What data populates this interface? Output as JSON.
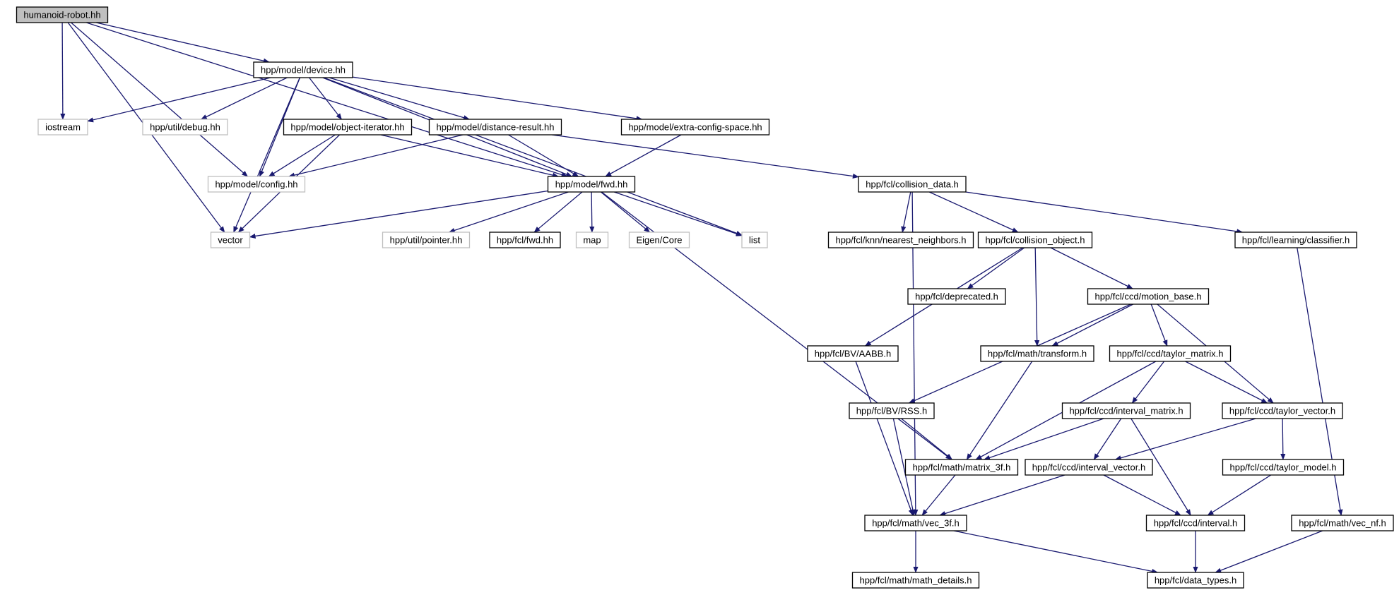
{
  "graph": {
    "colors": {
      "edge": "#191970",
      "linked_border": "#000000",
      "external_border": "#bfbfbf",
      "root_fill": "#bfbfbf",
      "background": "#ffffff"
    },
    "nodes": [
      {
        "id": "root",
        "label": "humanoid-robot.hh",
        "kind": "root"
      },
      {
        "id": "device",
        "label": "hpp/model/device.hh",
        "kind": "linked"
      },
      {
        "id": "iostream",
        "label": "iostream",
        "kind": "external"
      },
      {
        "id": "debug",
        "label": "hpp/util/debug.hh",
        "kind": "external"
      },
      {
        "id": "objiter",
        "label": "hpp/model/object-iterator.hh",
        "kind": "linked"
      },
      {
        "id": "distres",
        "label": "hpp/model/distance-result.hh",
        "kind": "linked"
      },
      {
        "id": "extracfg",
        "label": "hpp/model/extra-config-space.hh",
        "kind": "linked"
      },
      {
        "id": "config",
        "label": "hpp/model/config.hh",
        "kind": "external"
      },
      {
        "id": "fwd",
        "label": "hpp/model/fwd.hh",
        "kind": "linked"
      },
      {
        "id": "colldata",
        "label": "hpp/fcl/collision_data.h",
        "kind": "linked"
      },
      {
        "id": "vector",
        "label": "vector",
        "kind": "external"
      },
      {
        "id": "pointer",
        "label": "hpp/util/pointer.hh",
        "kind": "external"
      },
      {
        "id": "fclfwd",
        "label": "hpp/fcl/fwd.hh",
        "kind": "linked"
      },
      {
        "id": "map",
        "label": "map",
        "kind": "external"
      },
      {
        "id": "eigen",
        "label": "Eigen/Core",
        "kind": "external"
      },
      {
        "id": "list",
        "label": "list",
        "kind": "external"
      },
      {
        "id": "knn",
        "label": "hpp/fcl/knn/nearest_neighbors.h",
        "kind": "linked"
      },
      {
        "id": "collobj",
        "label": "hpp/fcl/collision_object.h",
        "kind": "linked"
      },
      {
        "id": "classifier",
        "label": "hpp/fcl/learning/classifier.h",
        "kind": "linked"
      },
      {
        "id": "deprecated",
        "label": "hpp/fcl/deprecated.h",
        "kind": "linked"
      },
      {
        "id": "motionbase",
        "label": "hpp/fcl/ccd/motion_base.h",
        "kind": "linked"
      },
      {
        "id": "aabb",
        "label": "hpp/fcl/BV/AABB.h",
        "kind": "linked"
      },
      {
        "id": "transform",
        "label": "hpp/fcl/math/transform.h",
        "kind": "linked"
      },
      {
        "id": "taylormat",
        "label": "hpp/fcl/ccd/taylor_matrix.h",
        "kind": "linked"
      },
      {
        "id": "rss",
        "label": "hpp/fcl/BV/RSS.h",
        "kind": "linked"
      },
      {
        "id": "intmat",
        "label": "hpp/fcl/ccd/interval_matrix.h",
        "kind": "linked"
      },
      {
        "id": "taylorvec",
        "label": "hpp/fcl/ccd/taylor_vector.h",
        "kind": "linked"
      },
      {
        "id": "matrix3f",
        "label": "hpp/fcl/math/matrix_3f.h",
        "kind": "linked"
      },
      {
        "id": "intvec",
        "label": "hpp/fcl/ccd/interval_vector.h",
        "kind": "linked"
      },
      {
        "id": "taylormodel",
        "label": "hpp/fcl/ccd/taylor_model.h",
        "kind": "linked"
      },
      {
        "id": "vec3f",
        "label": "hpp/fcl/math/vec_3f.h",
        "kind": "linked"
      },
      {
        "id": "interval",
        "label": "hpp/fcl/ccd/interval.h",
        "kind": "linked"
      },
      {
        "id": "vecnf",
        "label": "hpp/fcl/math/vec_nf.h",
        "kind": "linked"
      },
      {
        "id": "mathdetails",
        "label": "hpp/fcl/math/math_details.h",
        "kind": "linked"
      },
      {
        "id": "datatypes",
        "label": "hpp/fcl/data_types.h",
        "kind": "linked"
      }
    ],
    "edges": [
      [
        "root",
        "device"
      ],
      [
        "root",
        "iostream"
      ],
      [
        "root",
        "config"
      ],
      [
        "root",
        "vector"
      ],
      [
        "root",
        "fwd"
      ],
      [
        "device",
        "iostream"
      ],
      [
        "device",
        "debug"
      ],
      [
        "device",
        "objiter"
      ],
      [
        "device",
        "distres"
      ],
      [
        "device",
        "extracfg"
      ],
      [
        "device",
        "config"
      ],
      [
        "device",
        "fwd"
      ],
      [
        "device",
        "vector"
      ],
      [
        "device",
        "list"
      ],
      [
        "objiter",
        "config"
      ],
      [
        "objiter",
        "fwd"
      ],
      [
        "objiter",
        "vector"
      ],
      [
        "distres",
        "config"
      ],
      [
        "distres",
        "fwd"
      ],
      [
        "distres",
        "colldata"
      ],
      [
        "extracfg",
        "fwd"
      ],
      [
        "fwd",
        "vector"
      ],
      [
        "fwd",
        "pointer"
      ],
      [
        "fwd",
        "fclfwd"
      ],
      [
        "fwd",
        "map"
      ],
      [
        "fwd",
        "eigen"
      ],
      [
        "fwd",
        "list"
      ],
      [
        "fwd",
        "matrix3f"
      ],
      [
        "colldata",
        "knn"
      ],
      [
        "colldata",
        "collobj"
      ],
      [
        "colldata",
        "classifier"
      ],
      [
        "colldata",
        "vec3f"
      ],
      [
        "collobj",
        "deprecated"
      ],
      [
        "collobj",
        "motionbase"
      ],
      [
        "collobj",
        "aabb"
      ],
      [
        "collobj",
        "transform"
      ],
      [
        "classifier",
        "vecnf"
      ],
      [
        "motionbase",
        "rss"
      ],
      [
        "motionbase",
        "transform"
      ],
      [
        "motionbase",
        "taylormat"
      ],
      [
        "motionbase",
        "taylorvec"
      ],
      [
        "aabb",
        "vec3f"
      ],
      [
        "transform",
        "matrix3f"
      ],
      [
        "taylormat",
        "matrix3f"
      ],
      [
        "taylormat",
        "intmat"
      ],
      [
        "taylormat",
        "taylorvec"
      ],
      [
        "rss",
        "matrix3f"
      ],
      [
        "rss",
        "vec3f"
      ],
      [
        "intmat",
        "matrix3f"
      ],
      [
        "intmat",
        "intvec"
      ],
      [
        "intmat",
        "interval"
      ],
      [
        "taylorvec",
        "intvec"
      ],
      [
        "taylorvec",
        "taylormodel"
      ],
      [
        "matrix3f",
        "vec3f"
      ],
      [
        "intvec",
        "vec3f"
      ],
      [
        "intvec",
        "interval"
      ],
      [
        "taylormodel",
        "interval"
      ],
      [
        "vec3f",
        "mathdetails"
      ],
      [
        "vec3f",
        "datatypes"
      ],
      [
        "interval",
        "datatypes"
      ],
      [
        "vecnf",
        "datatypes"
      ]
    ]
  }
}
